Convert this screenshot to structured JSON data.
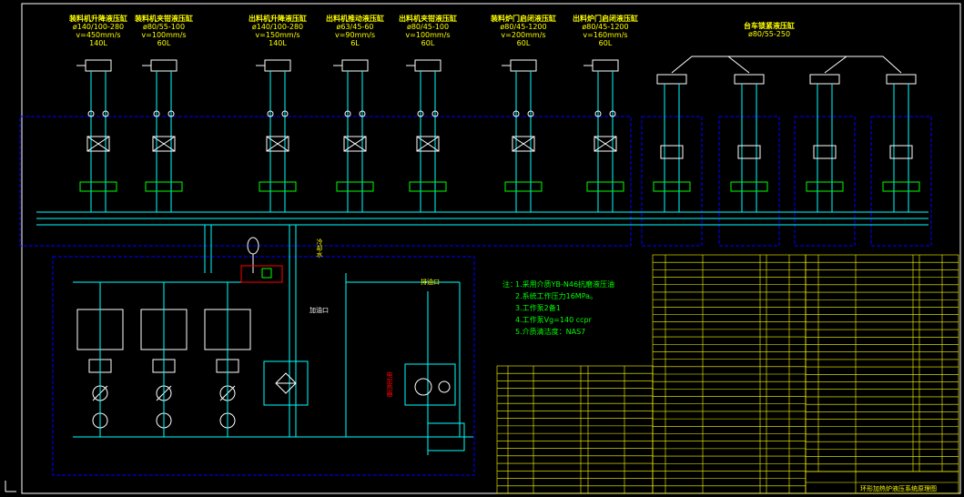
{
  "colors": {
    "background": "#000000",
    "frame": "#0000ff",
    "pipe": "#00ffff",
    "title_text": "#ffff00",
    "component": "#ffffff",
    "green_line": "#00ff00",
    "red_mark": "#ff0000",
    "table_line": "#ffff00"
  },
  "cylinders": [
    {
      "title": "装料机升降液压缸",
      "spec": "ø140/100-280",
      "speed": "v=450mm/s",
      "volume": "140L"
    },
    {
      "title": "装料机夹钳液压缸",
      "spec": "ø80/55-100",
      "speed": "v=100mm/s",
      "volume": "60L"
    },
    {
      "title": "出料机升降液压缸",
      "spec": "ø140/100-280",
      "speed": "v=150mm/s",
      "volume": "140L"
    },
    {
      "title": "出料机推动液压缸",
      "spec": "ø63/45-60",
      "speed": "v=90mm/s",
      "volume": "6L"
    },
    {
      "title": "出料机夹钳液压缸",
      "spec": "ø80/45-100",
      "speed": "v=100mm/s",
      "volume": "60L"
    },
    {
      "title": "装料炉门启闭液压缸",
      "spec": "ø80/45-1200",
      "speed": "v=200mm/s",
      "volume": "60L"
    },
    {
      "title": "出料炉门启闭液压缸",
      "spec": "ø80/45-1200",
      "speed": "v=160mm/s",
      "volume": "60L"
    }
  ],
  "right_group": {
    "title": "台车锁紧液压缸",
    "spec": "ø80/55-250"
  },
  "notes": {
    "title": "注：",
    "lines": [
      "1.采用介质YB-N46抗磨液压油",
      "2.系统工作压力16MPa。",
      "3.工作泵2备1",
      "4.工作泵Vg=140 ccpr",
      "5.介质清洁度：NAS7"
    ]
  },
  "labels": {
    "oil_drain": "排油口",
    "oil_fill": "加油口",
    "cooling_water": "冷却水",
    "red_note": "电加热器"
  },
  "title_block": {
    "drawing_title": "环形加热炉液压系统原理图"
  }
}
